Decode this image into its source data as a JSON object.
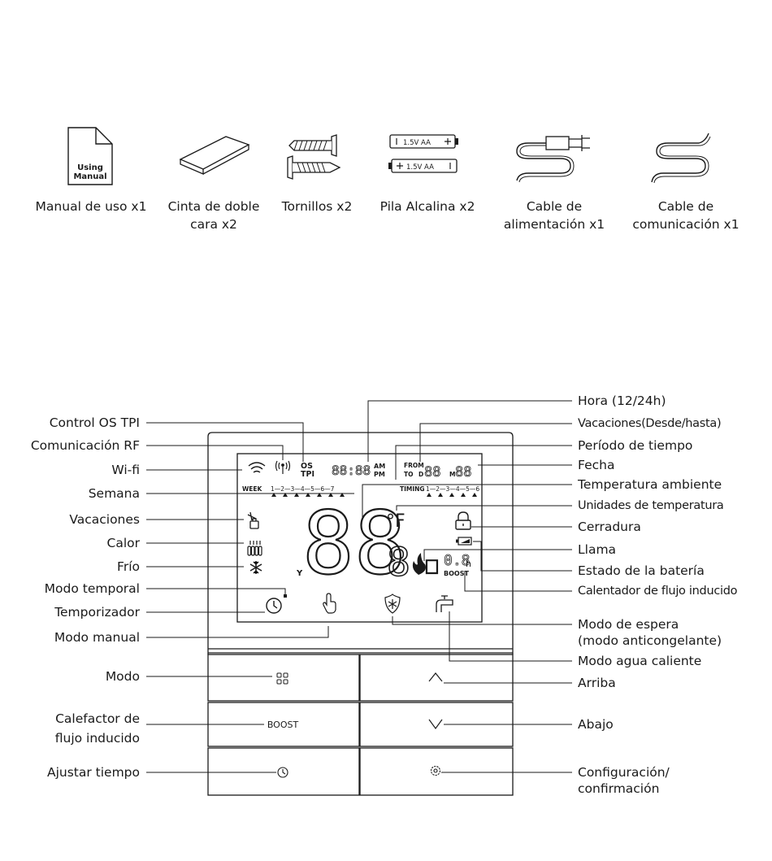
{
  "package_contents": [
    {
      "name": "manual-item",
      "label": "Manual de uso x1",
      "icon": "manual-icon",
      "icon_text_1": "Using",
      "icon_text_2": "Manual"
    },
    {
      "name": "tape-item",
      "label": "Cinta de doble\ncara x2",
      "icon": "double-sided-tape-icon"
    },
    {
      "name": "screws-item",
      "label": "Tornillos x2",
      "icon": "screws-icon"
    },
    {
      "name": "battery-item",
      "label": "Pila Alcalina x2",
      "icon": "battery-icon",
      "battery_text_1": "1.5V AA",
      "battery_text_2": "1.5V AA"
    },
    {
      "name": "power-cable-item",
      "label": "Cable de\nalimentación x1",
      "icon": "power-cable-icon"
    },
    {
      "name": "comm-cable-item",
      "label": "Cable de\ncomunicación x1",
      "icon": "communication-cable-icon"
    }
  ],
  "lcd": {
    "os": "OS",
    "tpi": "TPI",
    "clock": "88:88",
    "am": "AM",
    "pm": "PM",
    "from": "FROM",
    "to": "TO",
    "d": "D",
    "m": "M",
    "date_d": "88",
    "date_m": "88",
    "week": "WEEK",
    "week_days": "1—2—3—4—5—6—7",
    "timing": "TIMING",
    "timing_slots": "1—2—3—4—5—6",
    "big_temp": "88.",
    "temp_decimal": "8",
    "unit": "°F",
    "y": "Y",
    "boost_time": "0.8",
    "boost_h": "h",
    "boost": "BOOST"
  },
  "left_callouts": {
    "control_os_tpi": "Control OS TPI",
    "comunicacion_rf": "Comunicación RF",
    "wifi": "Wi-fi",
    "semana": "Semana",
    "vacaciones": "Vacaciones",
    "calor": "Calor",
    "frio": "Frío",
    "modo_temporal": "Modo temporal",
    "temporizador": "Temporizador",
    "modo_manual": "Modo manual",
    "modo": "Modo",
    "calefactor": "Calefactor de\nflujo inducido",
    "ajustar_tiempo": "Ajustar tiempo"
  },
  "right_callouts": {
    "hora": "Hora (12/24h)",
    "vacaciones_desde_hasta": "Vacaciones(Desde/hasta)",
    "periodo": "Período de tiempo",
    "fecha": "Fecha",
    "temp_ambiente": "Temperatura ambiente",
    "unidades": "Unidades de temperatura",
    "cerradura": "Cerradura",
    "llama": "Llama",
    "bateria": "Estado de la batería",
    "calentador": "Calentador de flujo inducido",
    "modo_espera": "Modo de espera\n(modo anticongelante)",
    "modo_agua": "Modo agua caliente",
    "arriba": "Arriba",
    "abajo": "Abajo",
    "configuracion": "Configuración/\nconfirmación"
  },
  "buttons": {
    "boost_label": "BOOST"
  },
  "colors": {
    "line": "#1a1a1a",
    "lcd_segment": "#1a1a1a",
    "background": "#ffffff"
  }
}
